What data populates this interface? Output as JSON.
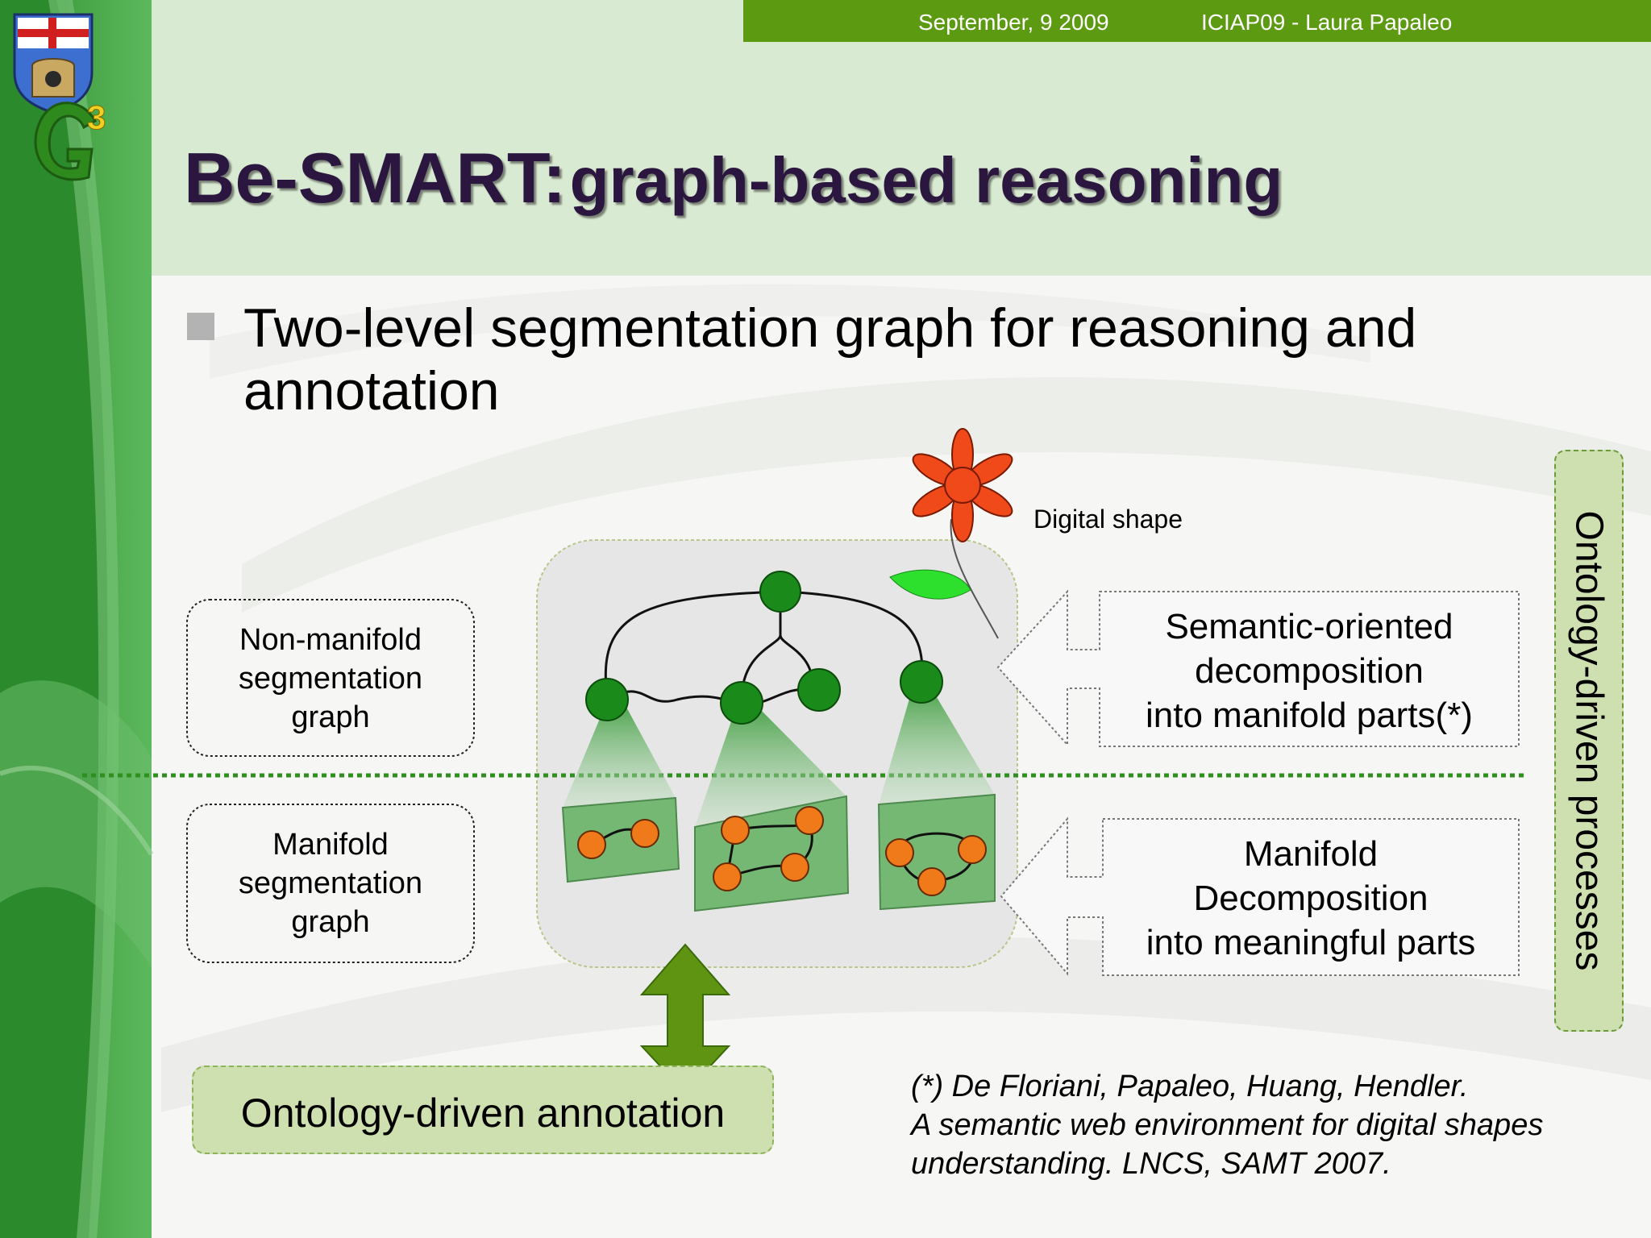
{
  "header": {
    "date": "September, 9 2009",
    "author": "ICIAP09 - Laura Papaleo"
  },
  "title": {
    "main": "Be-SMART:",
    "sub": "graph-based reasoning"
  },
  "bullet": {
    "line1": "Two-level segmentation graph for reasoning and",
    "line2": "annotation"
  },
  "diagram": {
    "digital_shape": "Digital shape",
    "non_manifold": [
      "Non-manifold",
      "segmentation",
      "graph"
    ],
    "manifold": [
      "Manifold",
      "segmentation",
      "graph"
    ],
    "semantic": [
      "Semantic-oriented",
      "decomposition",
      "into manifold parts(*)"
    ],
    "manifold_decomp": [
      "Manifold",
      "Decomposition",
      "into meaningful parts"
    ],
    "ontology_processes": "Ontology-driven processes",
    "ontology_annotation": "Ontology-driven annotation"
  },
  "reference": {
    "line1": "(*) De Floriani, Papaleo, Huang, Hendler.",
    "line2": "A semantic web environment for digital shapes",
    "line3": "understanding. LNCS, SAMT 2007."
  },
  "colors": {
    "header_bar": "#5c9a12",
    "top_band": "#d9ead2",
    "node_green": "#1a8a1a",
    "node_orange": "#f07a1a",
    "flower": "#f04a1a",
    "arrow": "#5f9412"
  },
  "icons": [
    "university-crest-logo",
    "g3-logo",
    "flower-icon",
    "leaf-icon",
    "double-arrow-icon"
  ]
}
